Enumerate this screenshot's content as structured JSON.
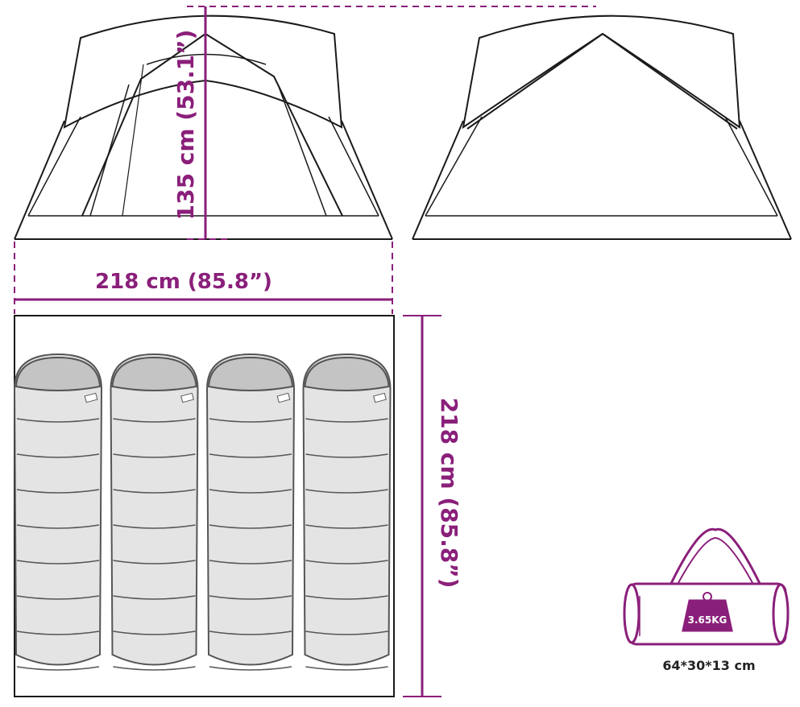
{
  "colors": {
    "accent": "#8a1f7a",
    "outline": "#1a1a1a",
    "bag_fill": "#e4e4e4",
    "hood_fill": "#c4c4c4"
  },
  "dimensions": {
    "height_label": "135 cm (53.1”)",
    "width_label": "218 cm (85.8”)",
    "length_label": "218 cm (85.8”)"
  },
  "carry_bag": {
    "weight_label": "3.65KG",
    "size_label": "64*30*13 cm"
  },
  "floor_plan": {
    "sleeping_bag_count": 4,
    "bag_icon": "sleeping-bag-icon"
  },
  "icons": {
    "front_view": "tent-front-view",
    "back_view": "tent-back-view",
    "weight": "weight-icon",
    "bag": "carry-bag-icon"
  }
}
